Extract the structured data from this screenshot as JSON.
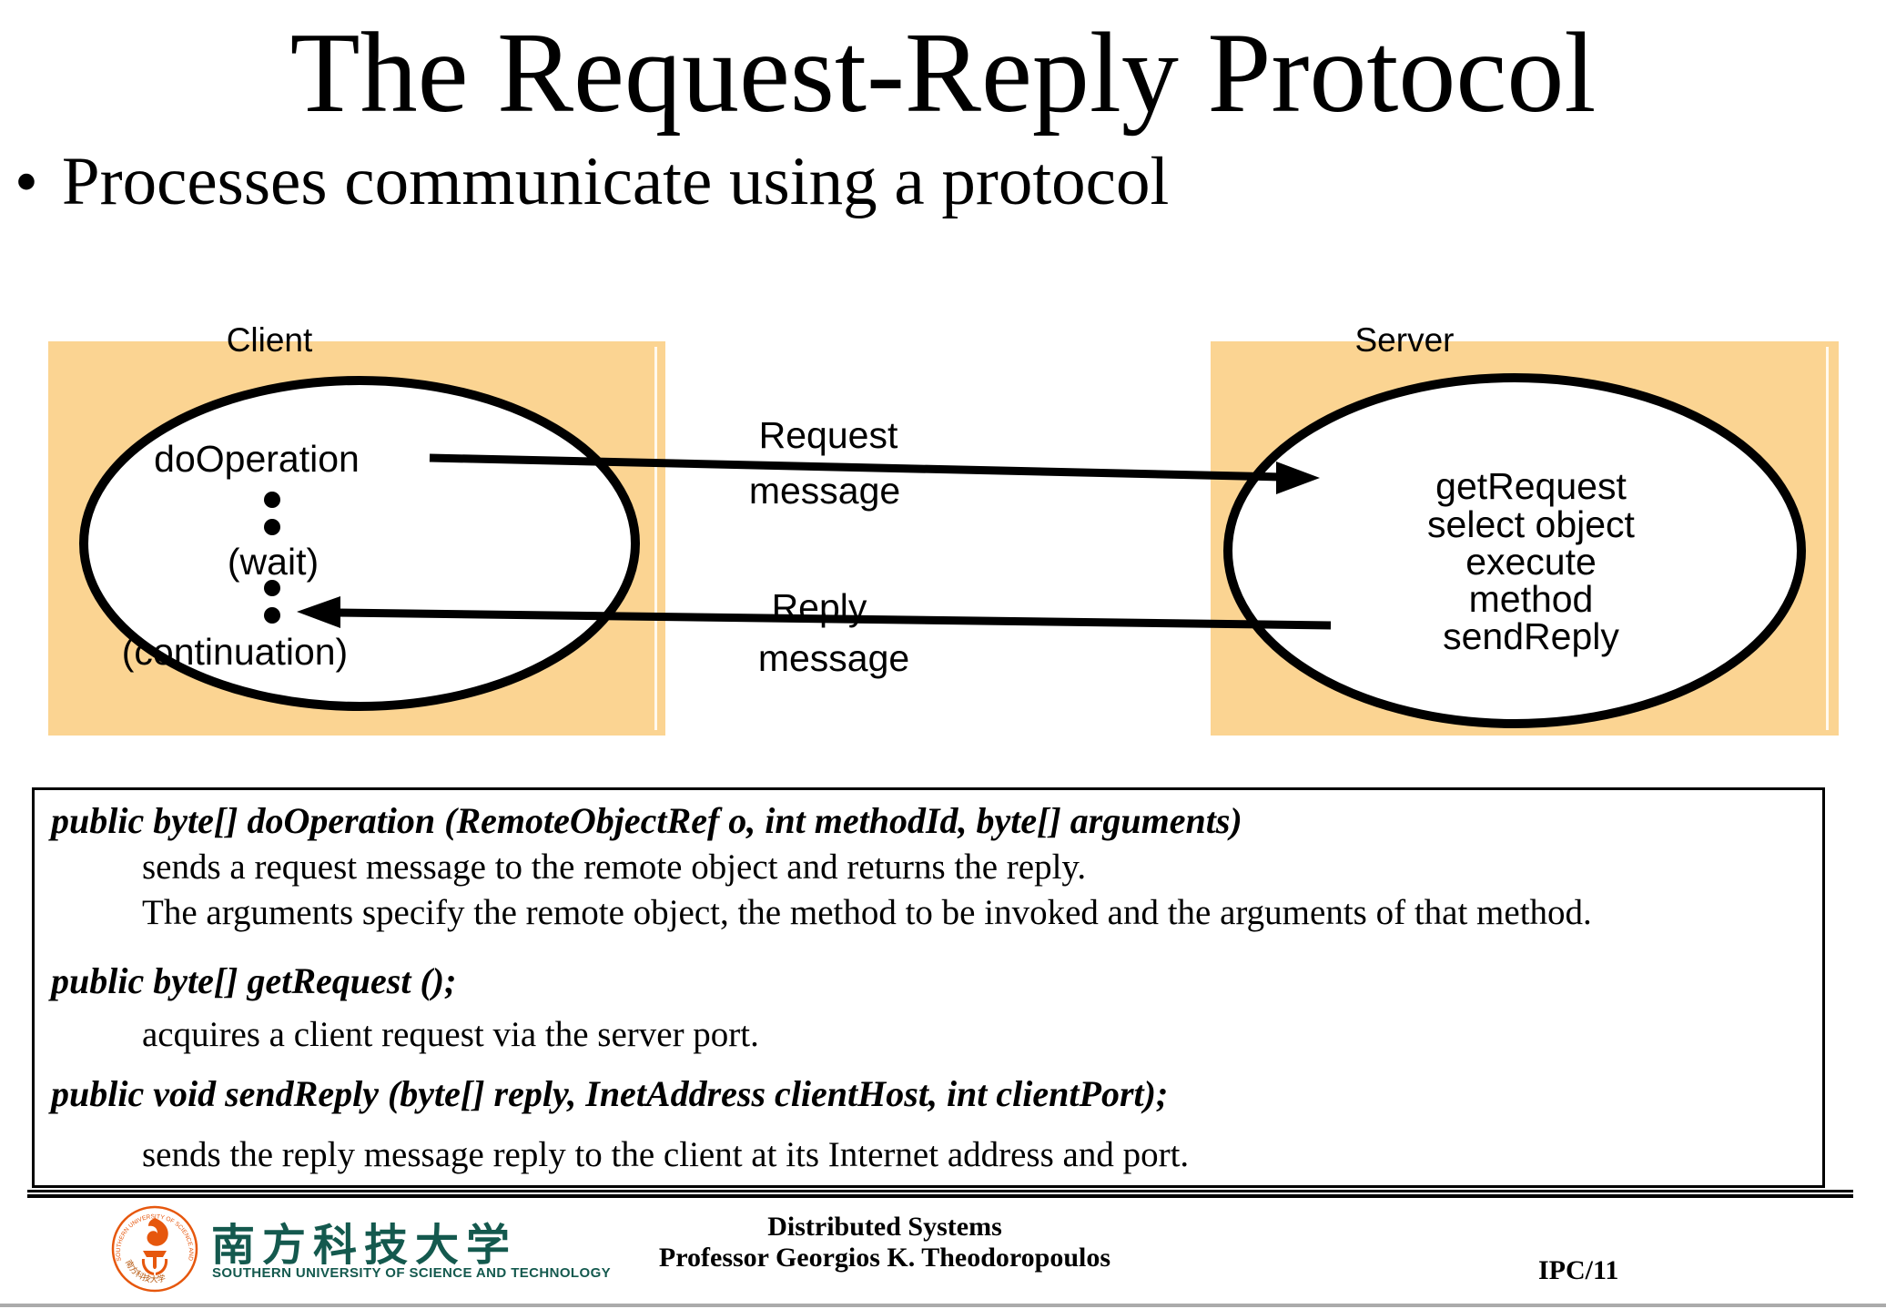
{
  "slide": {
    "title": "The Request-Reply Protocol",
    "bullet_glyph": "•",
    "bullet_text": "Processes communicate using a protocol"
  },
  "diagram": {
    "client": {
      "label": "Client",
      "step_top": "doOperation",
      "step_mid": "(wait)",
      "step_bottom": "(continuation)"
    },
    "server": {
      "label": "Server",
      "lines": [
        "getRequest",
        "select object",
        "execute",
        "method",
        "sendReply"
      ]
    },
    "request_arrow": {
      "line1": "Request",
      "line2": "message"
    },
    "reply_arrow": {
      "line1": "Reply",
      "line2": "message"
    },
    "colors": {
      "process_box": "#FBD492",
      "stroke": "#000000"
    }
  },
  "api_box": {
    "lines": [
      {
        "kind": "signature",
        "text": "public byte[] doOperation (RemoteObjectRef o, int methodId, byte[] arguments)"
      },
      {
        "kind": "description",
        "text": "sends a request message to the remote object and returns the reply."
      },
      {
        "kind": "description",
        "text": "The arguments specify the remote object, the method to be invoked and the arguments of that method."
      },
      {
        "kind": "signature",
        "text": "public byte[] getRequest ();"
      },
      {
        "kind": "description",
        "text": "acquires a client request via the server port."
      },
      {
        "kind": "signature",
        "text": "public void sendReply (byte[] reply, InetAddress clientHost, int clientPort);"
      },
      {
        "kind": "description",
        "text": "sends the reply message reply to the client at its Internet address and port."
      }
    ]
  },
  "footer": {
    "university_cn": "南方科技大学",
    "university_en": "SOUTHERN UNIVERSITY OF SCIENCE AND TECHNOLOGY",
    "course": "Distributed Systems",
    "professor": "Professor  Georgios K. Theodoropoulos",
    "slide_number": "IPC/11",
    "colors": {
      "seal_orange": "#E6570D",
      "university_teal": "#14594E"
    }
  }
}
